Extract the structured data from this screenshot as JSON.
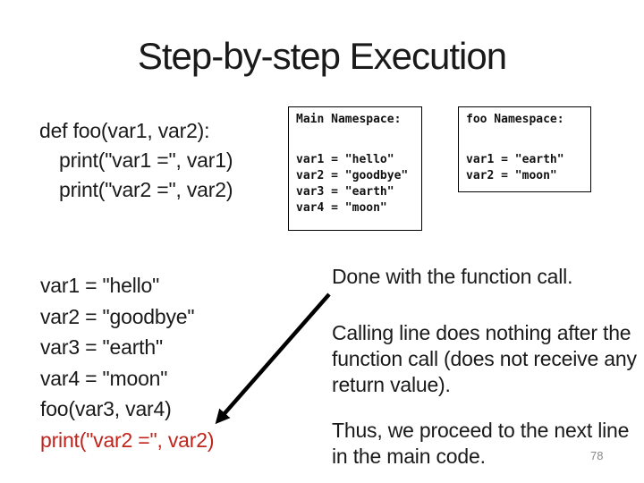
{
  "slide": {
    "title": "Step-by-step Execution",
    "function_def_lines": [
      "def foo(var1, var2):",
      "print(\"var1 =\", var1)",
      "print(\"var2 =\", var2)"
    ],
    "namespace_boxes": [
      {
        "title": "Main Namespace:",
        "entries": [
          "var1 = \"hello\"",
          "var2 = \"goodbye\"",
          "var3 = \"earth\"",
          "var4 = \"moon\""
        ]
      },
      {
        "title": "foo Namespace:",
        "entries": [
          "var1 = \"earth\"",
          "var2 = \"moon\""
        ]
      }
    ],
    "main_code_lines": [
      "var1 = \"hello\"",
      "var2 = \"goodbye\"",
      "var3 = \"earth\"",
      "var4 = \"moon\"",
      "foo(var3, var4)"
    ],
    "main_code_highlighted_line": "print(\"var2 =\", var2)",
    "notes": [
      "Done with the function call.",
      "Calling line does nothing after the function call (does not receive any return value).",
      "Thus, we proceed to the next line in the main code."
    ],
    "page_number": "78",
    "colors": {
      "highlight_red": "#c0241c",
      "text_black": "#1a1a1a",
      "page_number_gray": "#8a8a8a"
    }
  }
}
